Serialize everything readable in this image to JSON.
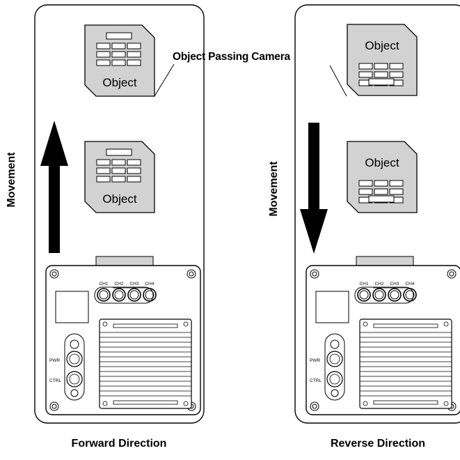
{
  "diagram": {
    "callout_label": "Object Passing Camera",
    "object_label": "Object",
    "movement_label": "Movement",
    "camera_channels": [
      "CH1",
      "CH2",
      "CH3",
      "CH4"
    ],
    "power_label": "PWR",
    "control_label": "CTRL",
    "panels": [
      {
        "caption": "Forward Direction",
        "arrow_direction": "up"
      },
      {
        "caption": "Reverse Direction",
        "arrow_direction": "down"
      }
    ],
    "colors": {
      "object_fill": "#d2d2d2",
      "outline": "#000000",
      "arrow": "#000000"
    }
  }
}
